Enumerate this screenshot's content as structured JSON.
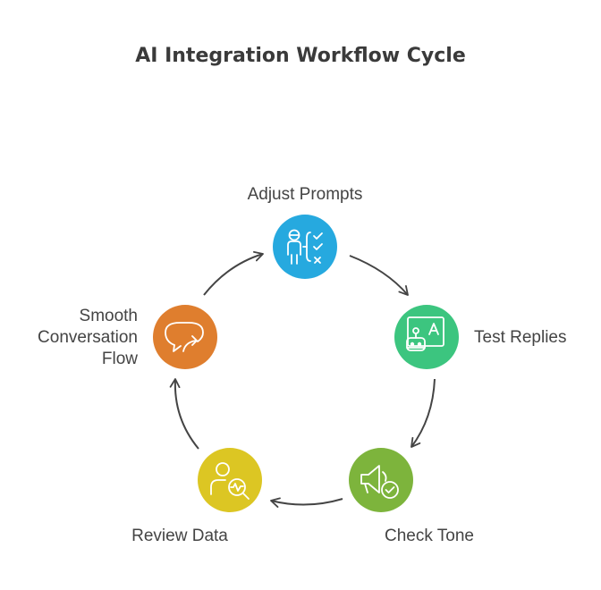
{
  "title": "AI Integration Workflow Cycle",
  "steps": [
    {
      "label": "Adjust Prompts",
      "color": "#26a9df",
      "icon": "person-checklist-icon"
    },
    {
      "label": "Test Replies",
      "color": "#3cc57f",
      "icon": "robot-chat-icon"
    },
    {
      "label": "Check Tone",
      "color": "#7db43c",
      "icon": "megaphone-check-icon"
    },
    {
      "label": "Review Data",
      "color": "#dcc623",
      "icon": "person-analytics-icon"
    },
    {
      "label_lines": [
        "Smooth",
        "Conversation",
        "Flow"
      ],
      "color": "#df7e2e",
      "icon": "chat-bubble-arrow-icon"
    }
  ]
}
